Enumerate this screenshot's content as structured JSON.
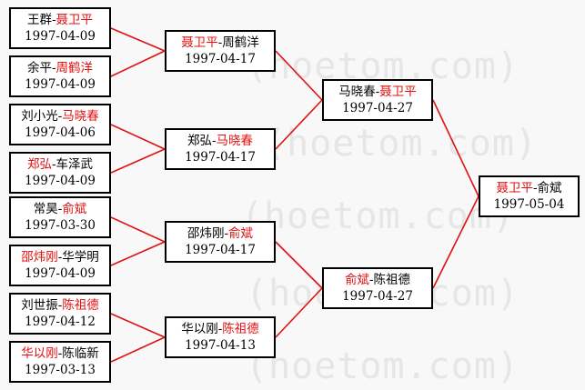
{
  "watermark": "(hoetom.com)",
  "colors": {
    "line": "#e01010",
    "winner": "#e01010",
    "border": "#000000"
  },
  "matches": [
    {
      "id": "r1-1",
      "p1": "王群",
      "p2": "聂卫平",
      "winner": 2,
      "date": "1997-04-09"
    },
    {
      "id": "r1-2",
      "p1": "余平",
      "p2": "周鹤洋",
      "winner": 2,
      "date": "1997-04-09"
    },
    {
      "id": "r1-3",
      "p1": "刘小光",
      "p2": "马晓春",
      "winner": 2,
      "date": "1997-04-06"
    },
    {
      "id": "r1-4",
      "p1": "郑弘",
      "p2": "车泽武",
      "winner": 1,
      "date": "1997-04-09"
    },
    {
      "id": "r1-5",
      "p1": "常昊",
      "p2": "俞斌",
      "winner": 2,
      "date": "1997-03-30"
    },
    {
      "id": "r1-6",
      "p1": "邵炜刚",
      "p2": "华学明",
      "winner": 1,
      "date": "1997-04-09"
    },
    {
      "id": "r1-7",
      "p1": "刘世振",
      "p2": "陈祖德",
      "winner": 2,
      "date": "1997-04-12"
    },
    {
      "id": "r1-8",
      "p1": "华以刚",
      "p2": "陈临新",
      "winner": 1,
      "date": "1997-03-13"
    },
    {
      "id": "r2-1",
      "p1": "聂卫平",
      "p2": "周鹤洋",
      "winner": 1,
      "date": "1997-04-17"
    },
    {
      "id": "r2-2",
      "p1": "郑弘",
      "p2": "马晓春",
      "winner": 2,
      "date": "1997-04-17"
    },
    {
      "id": "r2-3",
      "p1": "邵炜刚",
      "p2": "俞斌",
      "winner": 2,
      "date": "1997-04-17"
    },
    {
      "id": "r2-4",
      "p1": "华以刚",
      "p2": "陈祖德",
      "winner": 2,
      "date": "1997-04-13"
    },
    {
      "id": "r3-1",
      "p1": "马晓春",
      "p2": "聂卫平",
      "winner": 2,
      "date": "1997-04-27"
    },
    {
      "id": "r3-2",
      "p1": "俞斌",
      "p2": "陈祖德",
      "winner": 1,
      "date": "1997-04-27"
    },
    {
      "id": "r4-1",
      "p1": "聂卫平",
      "p2": "俞斌",
      "winner": 1,
      "date": "1997-05-04"
    }
  ],
  "links": [
    [
      "r1-1",
      "r2-1"
    ],
    [
      "r1-2",
      "r2-1"
    ],
    [
      "r1-3",
      "r2-2"
    ],
    [
      "r1-4",
      "r2-2"
    ],
    [
      "r1-5",
      "r2-3"
    ],
    [
      "r1-6",
      "r2-3"
    ],
    [
      "r1-7",
      "r2-4"
    ],
    [
      "r1-8",
      "r2-4"
    ],
    [
      "r2-1",
      "r3-1"
    ],
    [
      "r2-2",
      "r3-1"
    ],
    [
      "r2-3",
      "r3-2"
    ],
    [
      "r2-4",
      "r3-2"
    ],
    [
      "r3-1",
      "r4-1"
    ],
    [
      "r3-2",
      "r4-1"
    ]
  ]
}
